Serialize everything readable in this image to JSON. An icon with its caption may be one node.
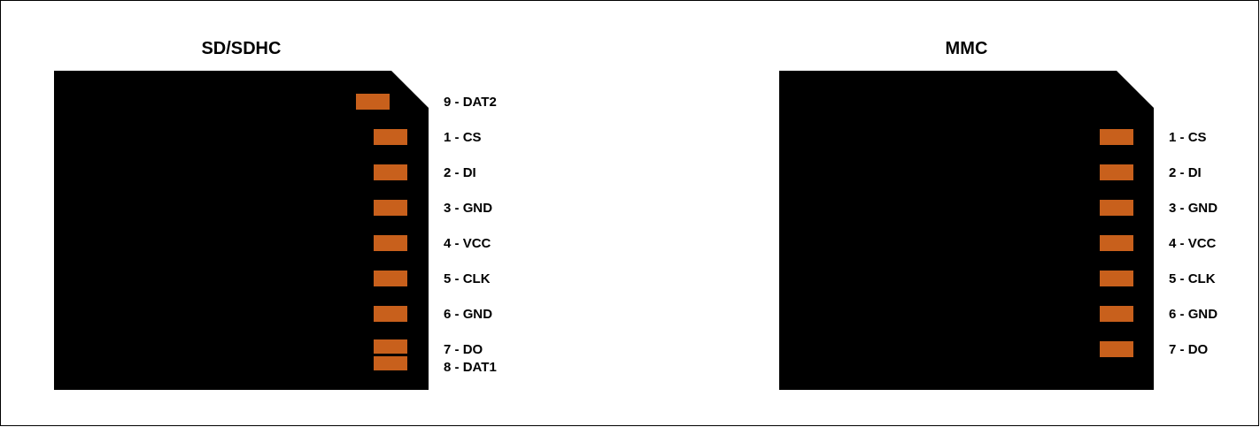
{
  "diagram": {
    "nodes": [
      {
        "text": [
          "SD/SDHC"
        ]
      },
      {
        "text": [
          "MMC"
        ]
      }
    ],
    "labels": [
      "9 - DAT2",
      "1 - CS",
      "2 - DI",
      "3 - GND",
      "4 - VCC",
      "5 - CLK",
      "6 - GND",
      "7 - DO",
      "8 - DAT1",
      "1 - CS",
      "2 - DI",
      "3 - GND",
      "4 - VCC",
      "5 - CLK",
      "6 - GND",
      "7 - DO"
    ]
  }
}
